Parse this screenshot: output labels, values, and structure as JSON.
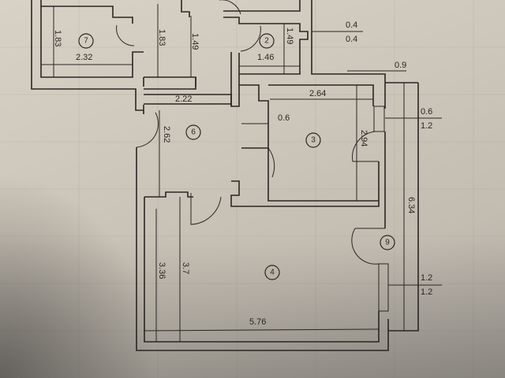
{
  "plan": {
    "rooms": [
      {
        "id": "7",
        "label": "7"
      },
      {
        "id": "2",
        "label": "2"
      },
      {
        "id": "6",
        "label": "6"
      },
      {
        "id": "3",
        "label": "3"
      },
      {
        "id": "4",
        "label": "4"
      },
      {
        "id": "9",
        "label": "9"
      }
    ],
    "dimensions": {
      "room7_height": "1.83",
      "room7_width": "2.32",
      "hall_top_height": "1.83",
      "corridor_height": "1.49",
      "room2_height": "1.49",
      "room2_width": "1.46",
      "window_top_a": "0.4",
      "window_top_b": "0.4",
      "balcony_offset": "0.9",
      "room6_width": "2.22",
      "room6_height": "2.62",
      "room3_width": "2.64",
      "closet_width": "0.6",
      "room3_height": "2.94",
      "window_right_a": "0.6",
      "window_right_b": "1.2",
      "balcony_length": "6.34",
      "room4_height_outer": "3.7",
      "room4_height_inner": "3.36",
      "room4_width": "5.76",
      "window_lower_a": "1.2",
      "window_lower_b": "1.2"
    }
  }
}
